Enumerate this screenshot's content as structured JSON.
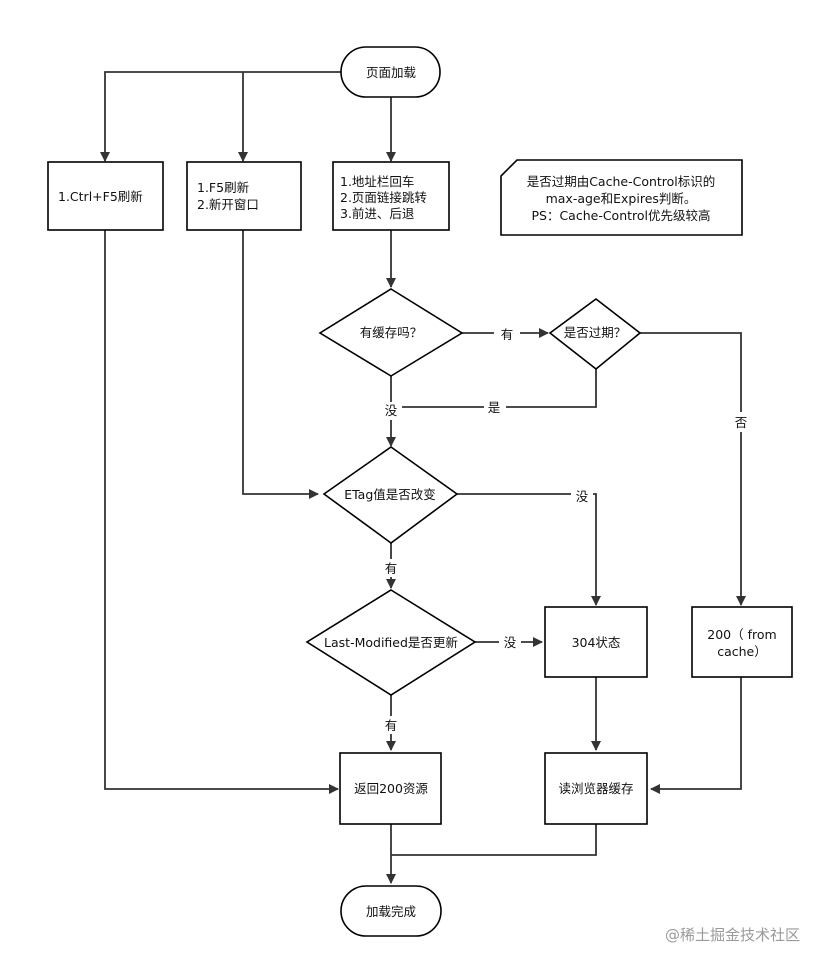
{
  "nodes": {
    "start": "页面加载",
    "ctrl_f5": "1.Ctrl+F5刷新",
    "f5_line1": "1.F5刷新",
    "f5_line2": "2.新开窗口",
    "addr_line1": "1.地址栏回车",
    "addr_line2": "2.页面链接跳转",
    "addr_line3": "3.前进、后退",
    "has_cache": "有缓存吗？",
    "expired": "是否过期？",
    "etag": "ETag值是否改变",
    "last_modified": "Last-Modified是否更新",
    "status_304": "304状态",
    "from_cache_line1": "200（ from",
    "from_cache_line2": "cache）",
    "return_200": "返回200资源",
    "read_cache": "读浏览器缓存",
    "end": "加载完成"
  },
  "note": {
    "line1": "是否过期由Cache-Control标识的",
    "line2": "max-age和Expires判断。",
    "line3": "PS：Cache-Control优先级较高"
  },
  "edge_labels": {
    "cache_yes": "有",
    "cache_no": "没",
    "expired_yes": "是",
    "expired_no": "否",
    "etag_no": "没",
    "etag_yes": "有",
    "lm_no": "没",
    "lm_yes": "有"
  },
  "watermark": "@稀土掘金技术社区"
}
